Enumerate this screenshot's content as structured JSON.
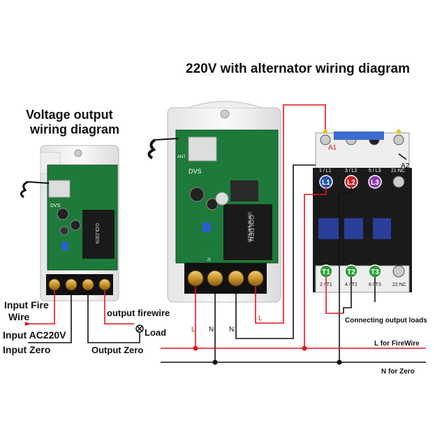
{
  "titles": {
    "main": "220V with alternator wiring diagram",
    "left_line1": "Voltage output",
    "left_line2": "wiring diagram"
  },
  "left_labels": {
    "input_fire": "Input Fire",
    "wire": "Wire",
    "input_ac": "Input AC220V",
    "input_zero": "Input Zero",
    "output_firewire": "output firewire",
    "load": "Load",
    "output_zero": "Output Zero"
  },
  "board": {
    "dvs": "DVS",
    "ant": "ANT",
    "j1": "J1",
    "relay": "GOLDEN",
    "relay_model": "GK-A-1A-12D"
  },
  "middle_labels": {
    "l": "L",
    "n": "N"
  },
  "contactor": {
    "a1": "A1",
    "a2": "A2",
    "top_terms": [
      "1 / L1",
      "3 / L2",
      "5 / L3",
      "21 NC"
    ],
    "top_badges": [
      "L1",
      "L2",
      "L3"
    ],
    "bottom_badges": [
      "T1",
      "T2",
      "T3"
    ],
    "bottom_terms": [
      "2 / T1",
      "4 / T2",
      "6 / T3",
      "22 NC"
    ]
  },
  "right_labels": {
    "output_loads": "Connecting output loads",
    "l_firewire": "L for FireWire",
    "n_zero": "N for Zero"
  },
  "colors": {
    "wire_red": "#e8141b",
    "wire_black": "#111111",
    "pcb": "#1e7a3a",
    "case": "#f2f2f2",
    "l1": "#2a4fb0",
    "l2": "#c92028",
    "l3": "#8a3aa8",
    "t_green": "#2f9e3a"
  }
}
